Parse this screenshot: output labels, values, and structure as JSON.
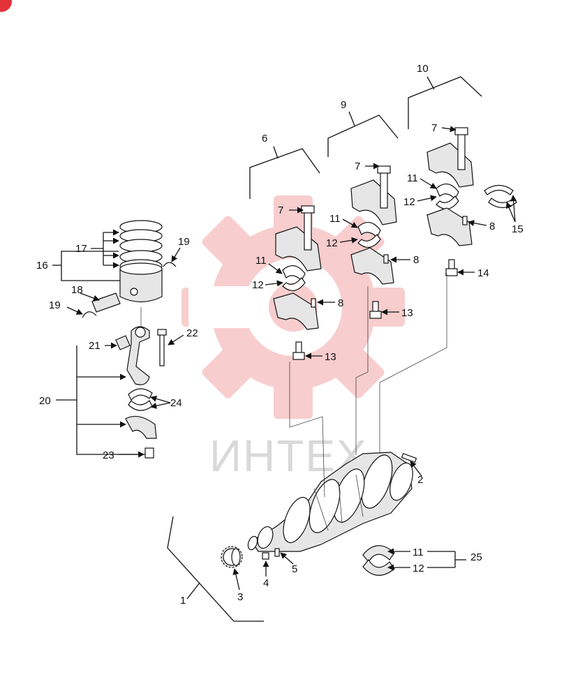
{
  "watermark": {
    "text": "ИНТЕХ",
    "color": "#f3a5a7",
    "text_color": "#d9d9d9"
  },
  "corner_badge": {
    "color": "#e5313a"
  },
  "callouts": {
    "c1": "1",
    "c2": "2",
    "c3": "3",
    "c4": "4",
    "c5": "5",
    "c6": "6",
    "c7a": "7",
    "c7b": "7",
    "c7c": "7",
    "c8a": "8",
    "c8b": "8",
    "c8c": "8",
    "c9": "9",
    "c10": "10",
    "c11a": "11",
    "c11b": "11",
    "c11c": "11",
    "c11d": "11",
    "c12a": "12",
    "c12b": "12",
    "c12c": "12",
    "c12d": "12",
    "c13a": "13",
    "c13b": "13",
    "c14": "14",
    "c15": "15",
    "c16": "16",
    "c17": "17",
    "c18": "18",
    "c19a": "19",
    "c19b": "19",
    "c20": "20",
    "c21": "21",
    "c22": "22",
    "c23": "23",
    "c24": "24",
    "c25": "25"
  }
}
